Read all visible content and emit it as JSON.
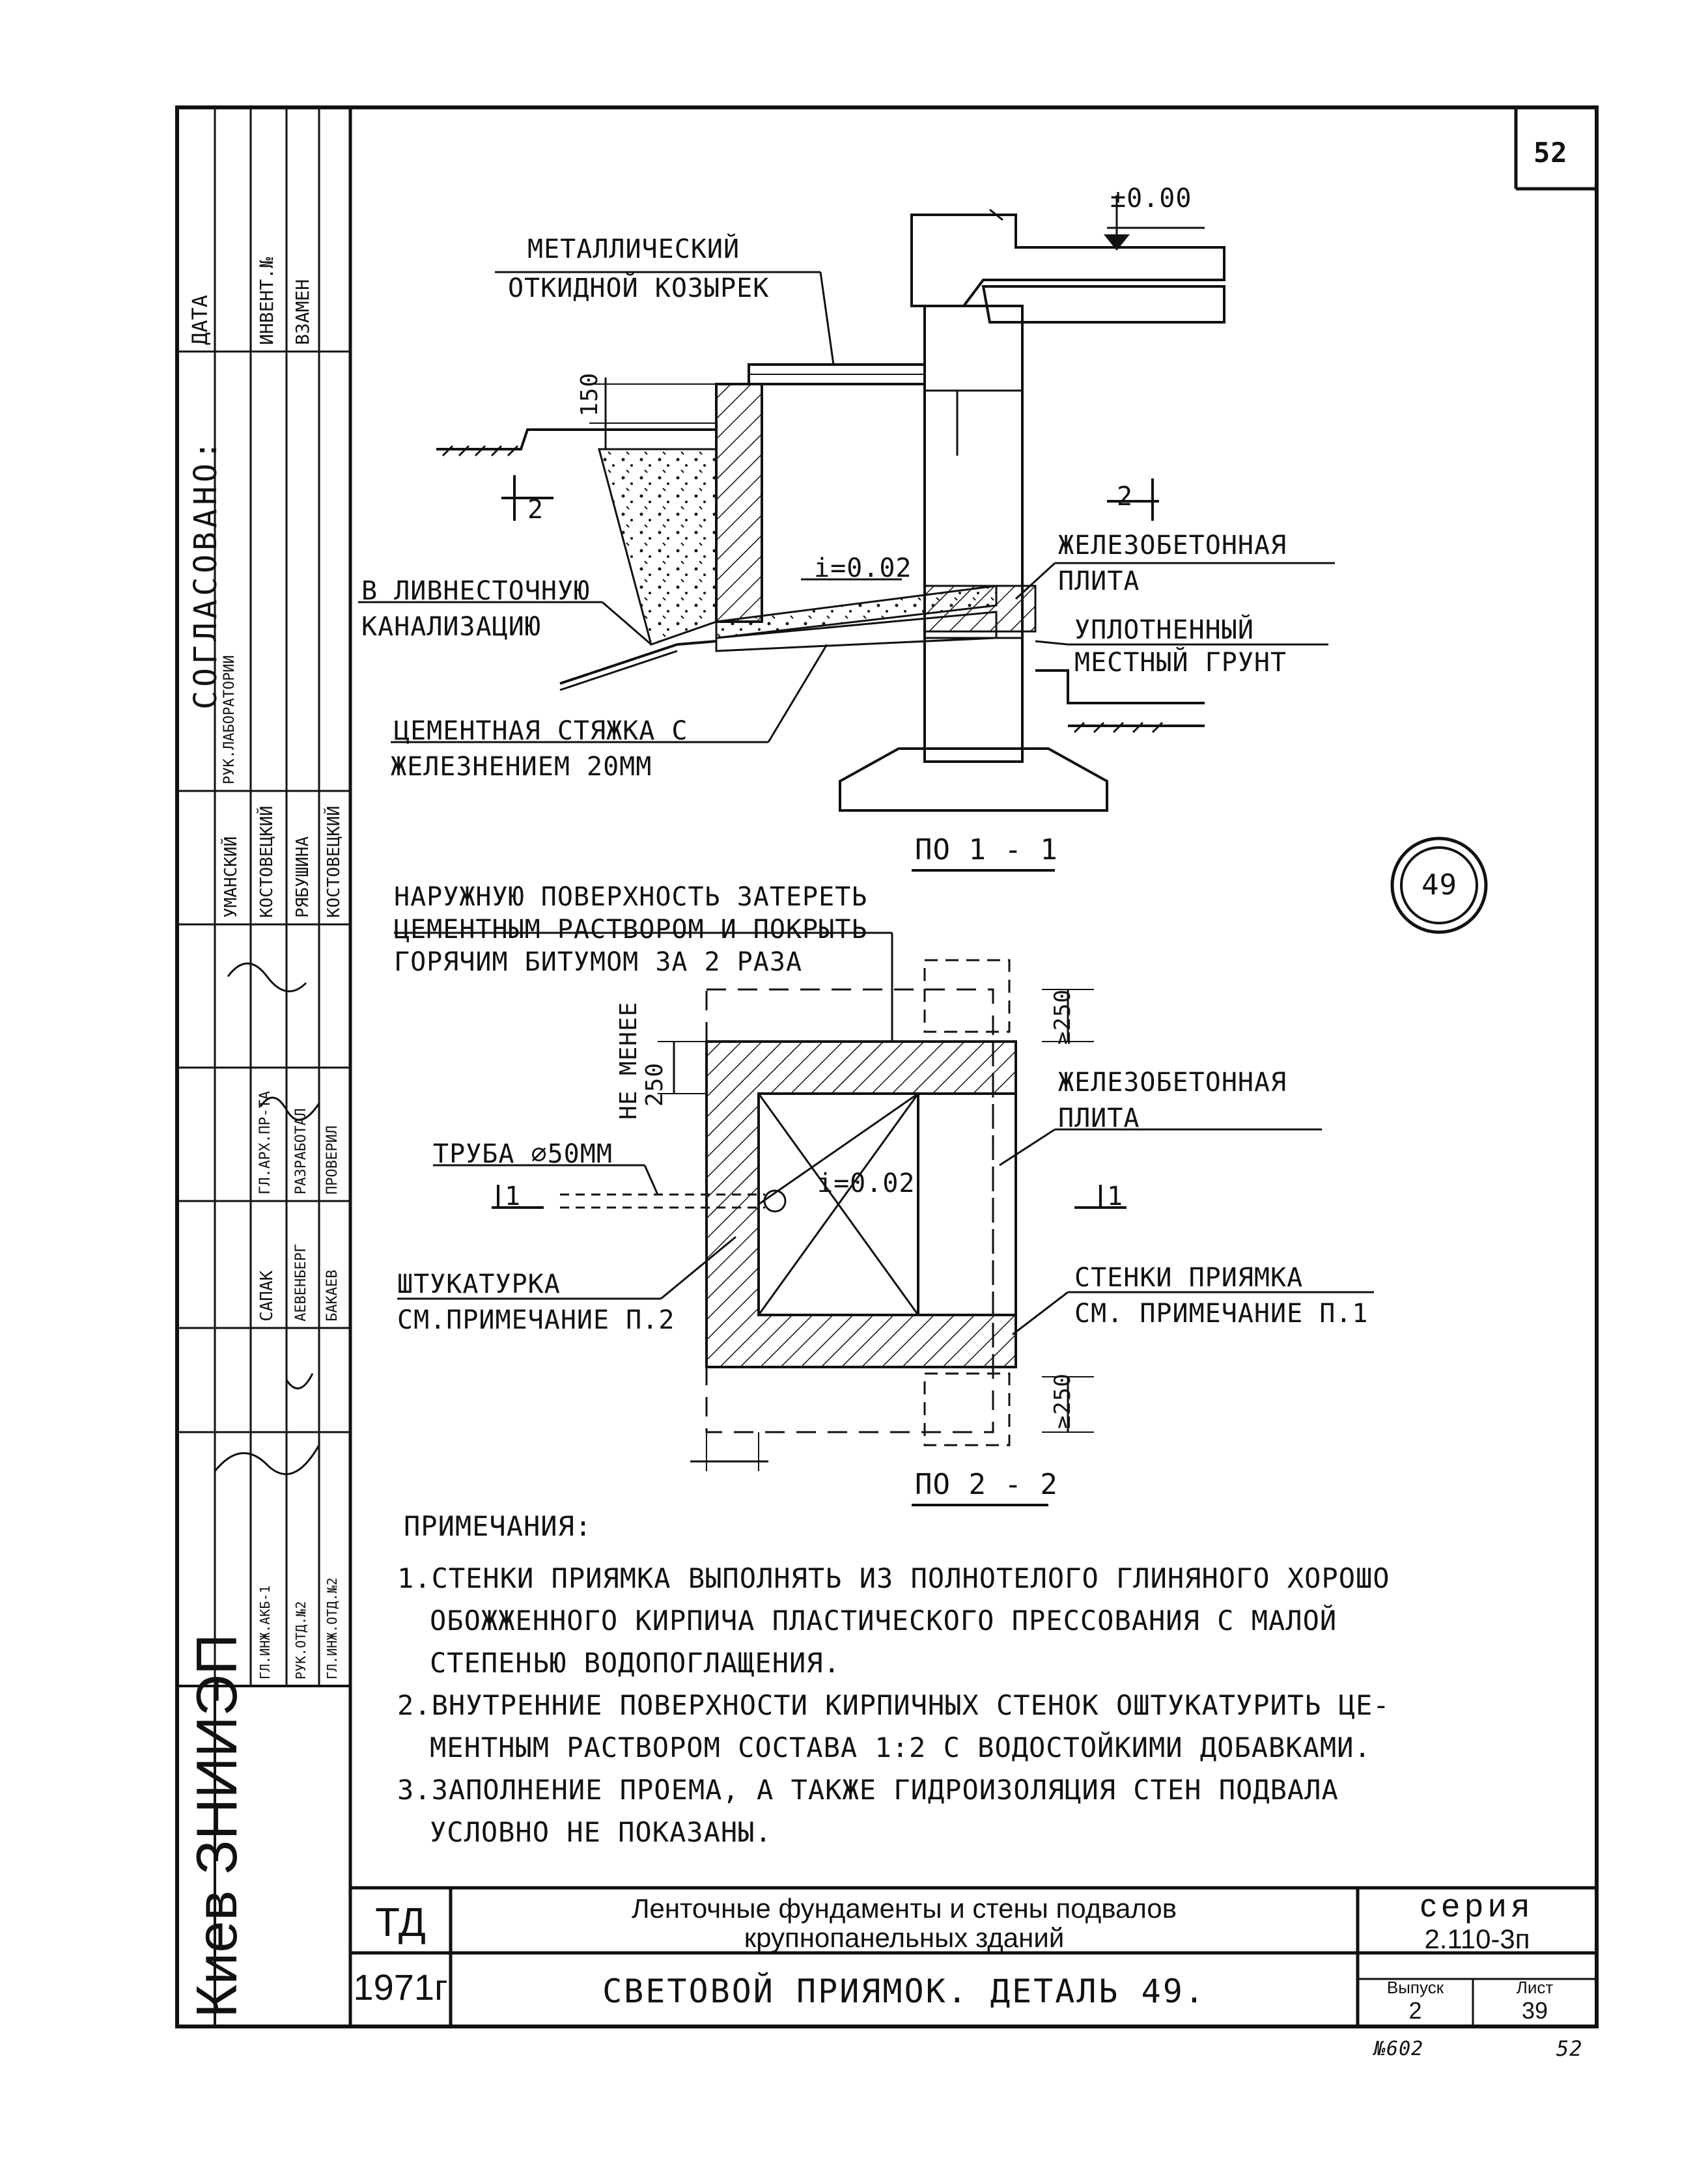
{
  "sheet": {
    "page_number": "52",
    "footer_left": "№602",
    "footer_right": "52",
    "detail_mark": "49"
  },
  "elevation": {
    "level": "±0.00",
    "dim_150": "150",
    "slope": "i=0.02",
    "cut_mark": "2",
    "label_visor_1": "МЕТАЛЛИЧЕСКИЙ",
    "label_visor_2": "ОТКИДНОЙ КОЗЫРЕК",
    "label_drain_1": "В ЛИВНЕСТОЧНУЮ",
    "label_drain_2": "КАНАЛИЗАЦИЮ",
    "label_slab_1": "ЖЕЛЕЗОБЕТОННАЯ",
    "label_slab_2": "ПЛИТА",
    "label_soil_1": "УПЛОТНЕННЫЙ",
    "label_soil_2": "МЕСТНЫЙ ГРУНТ",
    "label_screed_1": "ЦЕМЕНТНАЯ СТЯЖКА С",
    "label_screed_2": "ЖЕЛЕЗНЕНИЕМ 20ММ",
    "section_title": "ПО 1 - 1"
  },
  "plan": {
    "label_surface_1": "НАРУЖНУЮ ПОВЕРХНОСТЬ ЗАТЕРЕТЬ",
    "label_surface_2": "ЦЕМЕНТНЫМ РАСТВОРОМ И ПОКРЫТЬ",
    "label_surface_3": "ГОРЯЧИМ БИТУМОМ ЗА 2 РАЗА",
    "label_min_1": "НЕ МЕНЕЕ",
    "label_min_2": "250",
    "dim_top": "≥250",
    "dim_bottom": "≥250",
    "label_pipe": "ТРУБА ⌀50ММ",
    "slope": "i=0.02",
    "cut_mark": "1",
    "label_slab_1": "ЖЕЛЕЗОБЕТОННАЯ",
    "label_slab_2": "ПЛИТА",
    "label_plaster_1": "ШТУКАТУРКА",
    "label_plaster_2": "СМ.ПРИМЕЧАНИЕ П.2",
    "label_walls_1": "СТЕНКИ ПРИЯМКА",
    "label_walls_2": "СМ. ПРИМЕЧАНИЕ П.1",
    "section_title": "ПО 2 - 2"
  },
  "notes": {
    "heading": "ПРИМЕЧАНИЯ:",
    "lines": [
      "1.СТЕНКИ ПРИЯМКА ВЫПОЛНЯТЬ ИЗ ПОЛНОТЕЛОГО ГЛИНЯНОГО ХОРОШО",
      "ОБОЖЖЕННОГО КИРПИЧА ПЛАСТИЧЕСКОГО ПРЕССОВАНИЯ С МАЛОЙ",
      "СТЕПЕНЬЮ ВОДОПОГЛАЩЕНИЯ.",
      "2.ВНУТРЕННИЕ ПОВЕРХНОСТИ КИРПИЧНЫХ СТЕНОК ОШТУКАТУРИТЬ ЦЕ-",
      "МЕНТНЫМ РАСТВОРОМ СОСТАВА 1:2 С ВОДОСТОЙКИМИ ДОБАВКАМИ.",
      "3.ЗАПОЛНЕНИЕ ПРОЕМА, А ТАКЖЕ ГИДРОИЗОЛЯЦИЯ СТЕН ПОДВАЛА",
      "УСЛОВНО НЕ ПОКАЗАНЫ."
    ]
  },
  "title_block": {
    "org_code": "ТД",
    "year": "1971г",
    "title_1": "Ленточные фундаменты и стены подвалов",
    "title_2": "крупнопанельных зданий",
    "sheet_title": "СВЕТОВОЙ ПРИЯМОК. ДЕТАЛЬ 49.",
    "series_label": "серия",
    "series_value": "2.110-3п",
    "issue_label": "Выпуск",
    "issue_value": "2",
    "sheet_label": "Лист",
    "sheet_value": "39"
  },
  "margin": {
    "city": "Киев ЗНИИЭП",
    "agreed": "СОГЛАСОВАНО:",
    "col_date": "ДАТА",
    "col_inv": "ИНВЕНТ.№",
    "col_replace": "ВЗАМЕН",
    "role_lab": "РУК.ЛАБОРАТОРИИ",
    "names": [
      "УМАНСКИЙ",
      "КОСТОВЕЦКИЙ",
      "РЯБУШИНА",
      "КОСТОВЕЦКИЙ"
    ],
    "roles": [
      "ГЛ.АРХ.ПР-ТА",
      "РАЗРАБОТАЛ",
      "ПРОВЕРИЛ"
    ],
    "names2": [
      "САПАК",
      "АЕВЕНБЕРГ",
      "БАКАЕВ"
    ],
    "roles2": [
      "ГЛ.ИНЖ.ОТД.№2",
      "РУК.ОТД.№2",
      "ГЛ.ИНЖ.АКБ-1"
    ]
  }
}
